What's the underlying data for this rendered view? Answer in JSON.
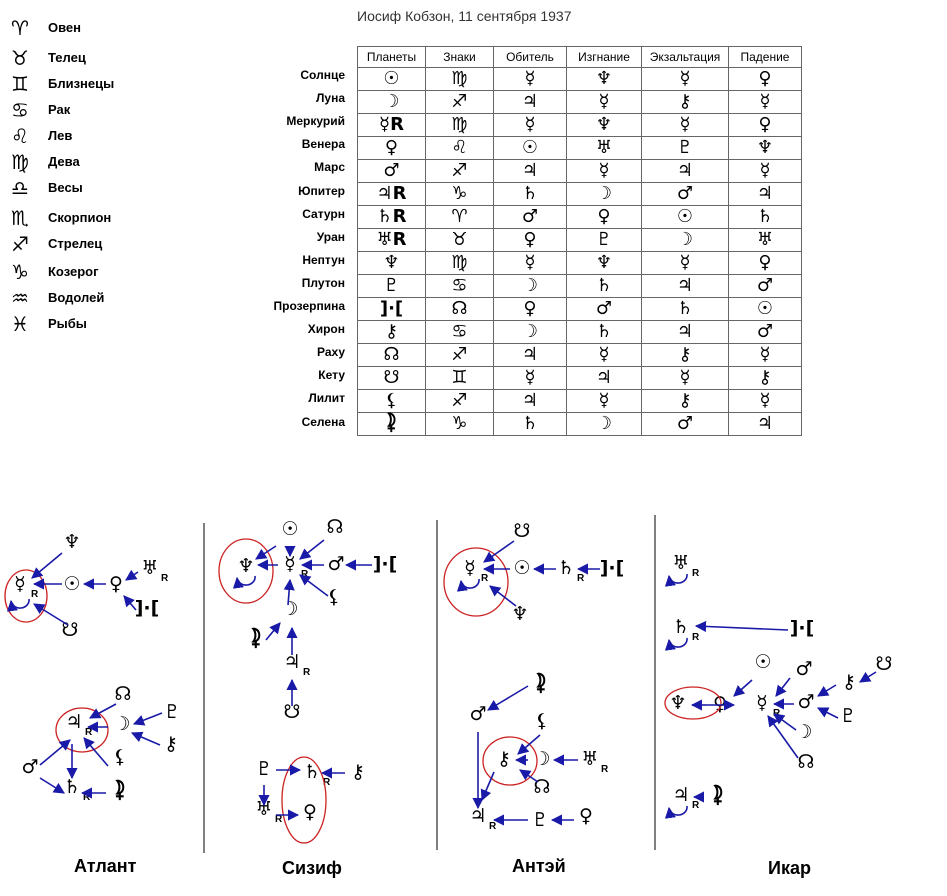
{
  "title": "Иосиф Кобзон, 11 сентября 1937",
  "legend": [
    {
      "glyph": "♈",
      "name": "Овен"
    },
    {
      "glyph": "♉",
      "name": "Телец"
    },
    {
      "glyph": "♊",
      "name": "Близнецы"
    },
    {
      "glyph": "♋",
      "name": "Рак"
    },
    {
      "glyph": "♌",
      "name": "Лев"
    },
    {
      "glyph": "♍",
      "name": "Дева"
    },
    {
      "glyph": "♎",
      "name": "Весы"
    },
    {
      "glyph": "♏",
      "name": "Скорпион"
    },
    {
      "glyph": "♐",
      "name": "Стрелец"
    },
    {
      "glyph": "♑",
      "name": "Козерог"
    },
    {
      "glyph": "♒",
      "name": "Водолей"
    },
    {
      "glyph": "♓",
      "name": "Рыбы"
    }
  ],
  "table": {
    "headers": [
      "Планеты",
      "Знаки",
      "Обитель",
      "Изгнание",
      "Экзальтация",
      "Падение"
    ],
    "rows": [
      {
        "label": "Солнце",
        "cells": [
          "☉",
          "♍",
          "☿",
          "♆",
          "☿",
          "♀"
        ]
      },
      {
        "label": "Луна",
        "cells": [
          "☽",
          "♐",
          "♃",
          "☿",
          "⚷",
          "☿"
        ]
      },
      {
        "label": "Меркурий",
        "cells": [
          "☿R",
          "♍",
          "☿",
          "♆",
          "☿",
          "♀"
        ]
      },
      {
        "label": "Венера",
        "cells": [
          "♀",
          "♌",
          "☉",
          "♅",
          "♇",
          "♆"
        ]
      },
      {
        "label": "Марс",
        "cells": [
          "♂",
          "♐",
          "♃",
          "☿",
          "♃",
          "☿"
        ]
      },
      {
        "label": "Юпитер",
        "cells": [
          "♃R",
          "♑",
          "♄",
          "☽",
          "♂",
          "♃"
        ]
      },
      {
        "label": "Сатурн",
        "cells": [
          "♄R",
          "♈",
          "♂",
          "♀",
          "☉",
          "♄"
        ]
      },
      {
        "label": "Уран",
        "cells": [
          "♅R",
          "♉",
          "♀",
          "♇",
          "☽",
          "♅"
        ]
      },
      {
        "label": "Нептун",
        "cells": [
          "♆",
          "♍",
          "☿",
          "♆",
          "☿",
          "♀"
        ]
      },
      {
        "label": "Плутон",
        "cells": [
          "♇",
          "♋",
          "☽",
          "♄",
          "♃",
          "♂"
        ]
      },
      {
        "label": "Прозерпина",
        "cells": [
          "]·[",
          "☊",
          "♀",
          "♂",
          "♄",
          "☉"
        ]
      },
      {
        "label": "Хирон",
        "cells": [
          "⚷",
          "♋",
          "☽",
          "♄",
          "♃",
          "♂"
        ]
      },
      {
        "label": "Раху",
        "cells": [
          "☊",
          "♐",
          "♃",
          "☿",
          "⚷",
          "☿"
        ]
      },
      {
        "label": "Кету",
        "cells": [
          "☋",
          "♊",
          "☿",
          "♃",
          "☿",
          "⚷"
        ]
      },
      {
        "label": "Лилит",
        "cells": [
          "⚸",
          "♐",
          "♃",
          "☿",
          "⚷",
          "☿"
        ]
      },
      {
        "label": "Селена",
        "cells": [
          "⯝",
          "♑",
          "♄",
          "☽",
          "♂",
          "♃"
        ]
      }
    ]
  },
  "diagrams": [
    {
      "caption": "Атлант"
    },
    {
      "caption": "Сизиф"
    },
    {
      "caption": "Антэй"
    },
    {
      "caption": "Икар"
    }
  ],
  "glyph_nodes": {
    "atlant": [
      {
        "g": "♆",
        "sub": ""
      },
      {
        "g": "☿",
        "sub": "R"
      },
      {
        "g": "☉",
        "sub": ""
      },
      {
        "g": "♀",
        "sub": ""
      },
      {
        "g": "♅",
        "sub": "R"
      },
      {
        "g": "]·[",
        "sub": ""
      },
      {
        "g": "☋",
        "sub": ""
      },
      {
        "g": "☊",
        "sub": ""
      },
      {
        "g": "♇",
        "sub": ""
      },
      {
        "g": "♃",
        "sub": "R"
      },
      {
        "g": "☽",
        "sub": ""
      },
      {
        "g": "⚷",
        "sub": ""
      },
      {
        "g": "♂",
        "sub": ""
      },
      {
        "g": "⚸",
        "sub": ""
      },
      {
        "g": "♄",
        "sub": "R"
      },
      {
        "g": "⯝",
        "sub": ""
      }
    ],
    "sizif": [
      {
        "g": "☉",
        "sub": ""
      },
      {
        "g": "☊",
        "sub": ""
      },
      {
        "g": "♆",
        "sub": ""
      },
      {
        "g": "☿",
        "sub": "R"
      },
      {
        "g": "♂",
        "sub": ""
      },
      {
        "g": "]·[",
        "sub": ""
      },
      {
        "g": "⚸",
        "sub": ""
      },
      {
        "g": "☽",
        "sub": ""
      },
      {
        "g": "⯝",
        "sub": ""
      },
      {
        "g": "♃",
        "sub": "R"
      },
      {
        "g": "☋",
        "sub": ""
      },
      {
        "g": "♇",
        "sub": ""
      },
      {
        "g": "♄",
        "sub": "R"
      },
      {
        "g": "⚷",
        "sub": ""
      },
      {
        "g": "♅",
        "sub": "R"
      },
      {
        "g": "♀",
        "sub": ""
      }
    ],
    "antey": [
      {
        "g": "☋",
        "sub": ""
      },
      {
        "g": "☿",
        "sub": "R"
      },
      {
        "g": "☉",
        "sub": ""
      },
      {
        "g": "♄",
        "sub": "R"
      },
      {
        "g": "]·[",
        "sub": ""
      },
      {
        "g": "♆",
        "sub": ""
      },
      {
        "g": "⯝",
        "sub": ""
      },
      {
        "g": "♂",
        "sub": ""
      },
      {
        "g": "⚸",
        "sub": ""
      },
      {
        "g": "⚷",
        "sub": ""
      },
      {
        "g": "☽",
        "sub": ""
      },
      {
        "g": "♅",
        "sub": "R"
      },
      {
        "g": "☊",
        "sub": ""
      },
      {
        "g": "♃",
        "sub": "R"
      },
      {
        "g": "♇",
        "sub": ""
      },
      {
        "g": "♀",
        "sub": ""
      }
    ],
    "ikar": [
      {
        "g": "♅",
        "sub": "R"
      },
      {
        "g": "♄",
        "sub": "R"
      },
      {
        "g": "]·[",
        "sub": ""
      },
      {
        "g": "☉",
        "sub": ""
      },
      {
        "g": "♂",
        "sub": ""
      },
      {
        "g": "⚷",
        "sub": ""
      },
      {
        "g": "☋",
        "sub": ""
      },
      {
        "g": "♆",
        "sub": ""
      },
      {
        "g": "♀",
        "sub": ""
      },
      {
        "g": "☿",
        "sub": "R"
      },
      {
        "g": "♂",
        "sub": ""
      },
      {
        "g": "♇",
        "sub": ""
      },
      {
        "g": "☽",
        "sub": ""
      },
      {
        "g": "☊",
        "sub": ""
      },
      {
        "g": "♃",
        "sub": "R"
      },
      {
        "g": "⯝",
        "sub": ""
      }
    ]
  },
  "colors": {
    "arrow": "#1a1aa8",
    "circle": "#cc2222",
    "line": "#000000"
  }
}
